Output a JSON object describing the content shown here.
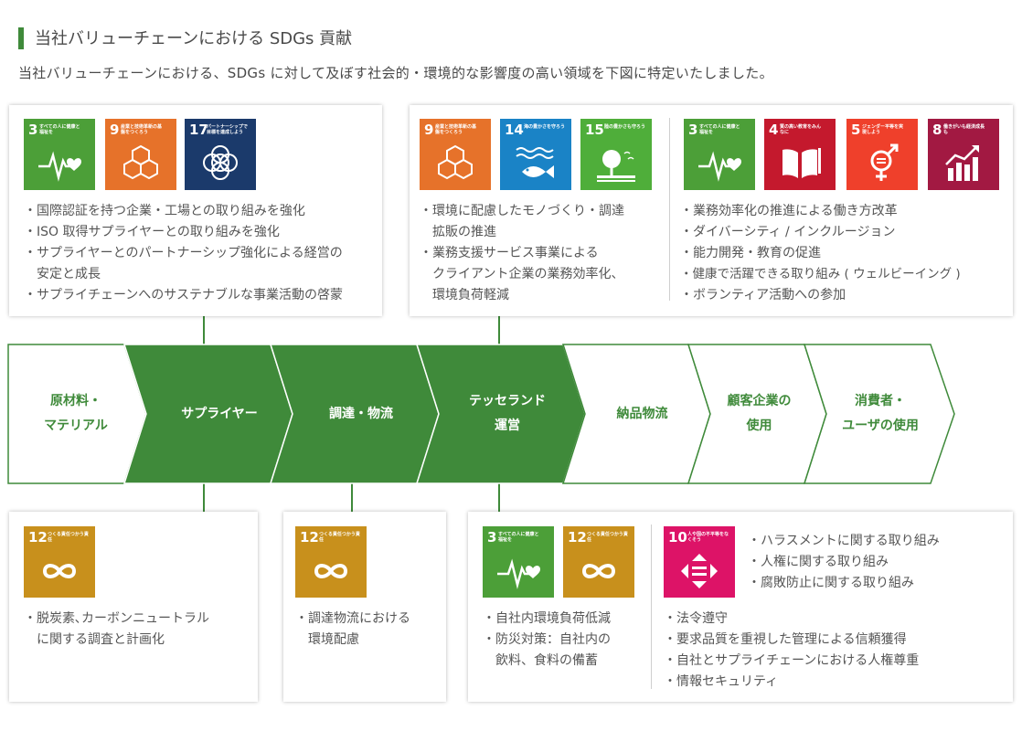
{
  "page": {
    "title": "当社バリューチェーンにおける SDGs 貢献",
    "subtitle": "当社バリューチェーンにおける、SDGs に対して及ぼす社会的・環境的な影響度の高い領域を下図に特定いたしました。"
  },
  "colors": {
    "accent_green": "#3f8a3a",
    "sdg3": "#4c9f38",
    "sdg9": "#e6722a",
    "sdg17": "#1b3a6b",
    "sdg14": "#1a83c6",
    "sdg15": "#4fae3a",
    "sdg4": "#c4192d",
    "sdg5": "#ef402b",
    "sdg8": "#a21942",
    "sdg12": "#c8901c",
    "sdg10": "#dd1367"
  },
  "sdg": {
    "g3": {
      "num": "3",
      "caption": "すべての人に健康と福祉を",
      "icon": "heartbeat-icon"
    },
    "g9": {
      "num": "9",
      "caption": "産業と技術革新の基盤をつくろう",
      "icon": "cubes-icon"
    },
    "g17": {
      "num": "17",
      "caption": "パートナーシップで目標を達成しよう",
      "icon": "rings-icon"
    },
    "g14": {
      "num": "14",
      "caption": "海の豊かさを守ろう",
      "icon": "fish-icon"
    },
    "g15": {
      "num": "15",
      "caption": "陸の豊かさも守ろう",
      "icon": "tree-icon"
    },
    "g4": {
      "num": "4",
      "caption": "質の高い教育をみんなに",
      "icon": "book-icon"
    },
    "g5": {
      "num": "5",
      "caption": "ジェンダー平等を実現しよう",
      "icon": "gender-icon"
    },
    "g8": {
      "num": "8",
      "caption": "働きがいも経済成長も",
      "icon": "growth-chart-icon"
    },
    "g12": {
      "num": "12",
      "caption": "つくる責任つかう責任",
      "icon": "infinity-icon"
    },
    "g10": {
      "num": "10",
      "caption": "人や国の不平等をなくそう",
      "icon": "equality-arrows-icon"
    }
  },
  "stages": [
    {
      "line1": "原材料・",
      "line2": "マテリアル"
    },
    {
      "line1": "サプライヤー",
      "line2": ""
    },
    {
      "line1": "調達・物流",
      "line2": ""
    },
    {
      "line1": "テッセランド",
      "line2": "運営"
    },
    {
      "line1": "納品物流",
      "line2": ""
    },
    {
      "line1": "顧客企業の",
      "line2": "使用"
    },
    {
      "line1": "消費者・",
      "line2": "ユーザの使用"
    }
  ],
  "cards": {
    "supplier_top": [
      "・国際認証を持つ企業・工場との取り組みを強化",
      "・ISO 取得サプライヤーとの取り組みを強化",
      "・サプライヤーとのパートナーシップ強化による経営の",
      "　安定と成長",
      "・サプライチェーンへのサステナブルな事業活動の啓蒙"
    ],
    "ops_top_env": [
      "・環境に配慮したモノづくり・調達",
      "　拡販の推進",
      "・業務支援サービス事業による",
      "　クライアント企業の業務効率化、",
      "　環境負荷軽減"
    ],
    "ops_top_social": [
      "・業務効率化の推進による働き方改革",
      "・ダイバーシティ / インクルージョン",
      "・能力開発・教育の促進",
      "・健康で活躍できる取り組み ( ウェルビーイング )",
      "・ボランティア活動への参加"
    ],
    "supplier_bottom": [
      "・脱炭素､カーボンニュートラル",
      "　に関する調査と計画化"
    ],
    "logistics_bottom": [
      "・調達物流における",
      "　環境配慮"
    ],
    "ops_bottom_env": [
      "・自社内環境負荷低減",
      "・防災対策：自社内の",
      "　飲料、食料の備蓄"
    ],
    "ops_bottom_hr": [
      "・ハラスメントに関する取り組み",
      "・人権に関する取り組み",
      "・腐敗防止に関する取り組み"
    ],
    "ops_bottom_gov": [
      "・法令遵守",
      "・要求品質を重視した管理による信頼獲得",
      "・自社とサプライチェーンにおける人権尊重",
      "・情報セキュリティ"
    ]
  }
}
